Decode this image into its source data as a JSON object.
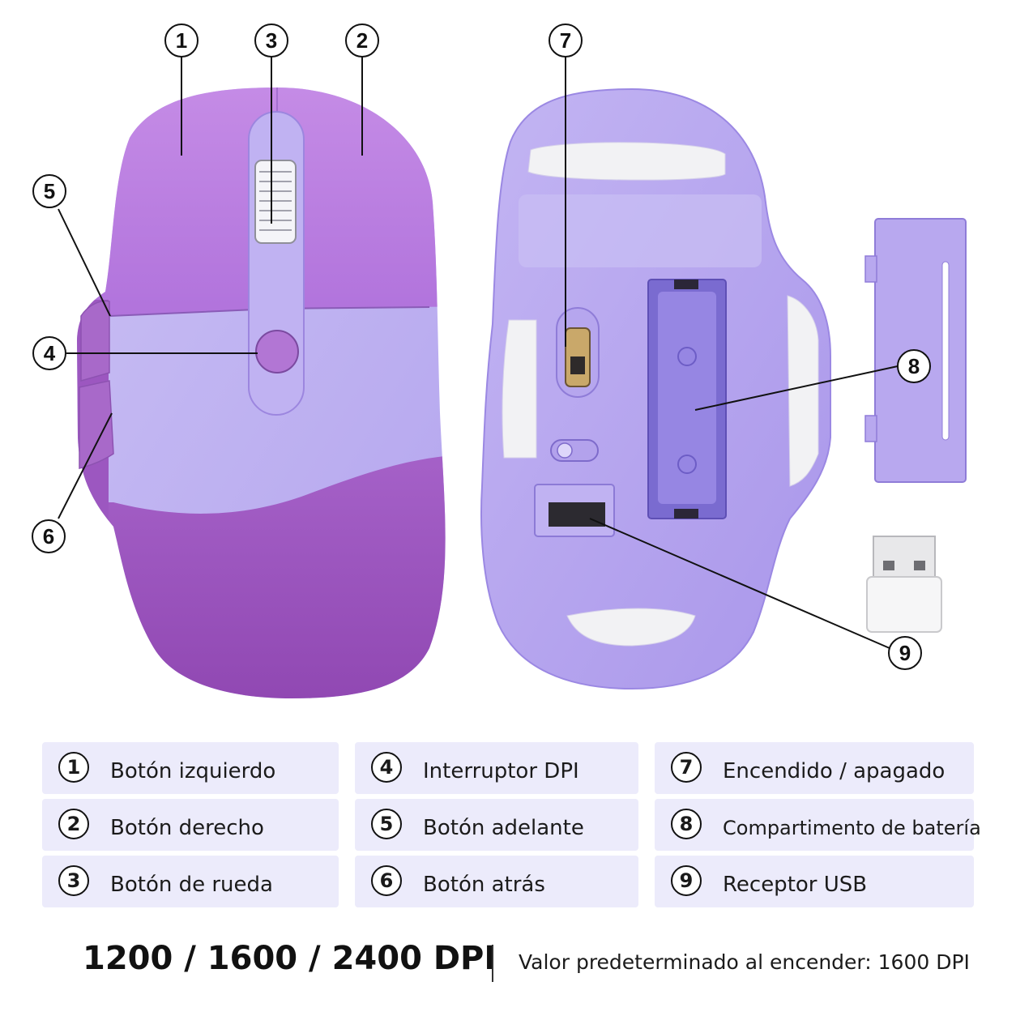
{
  "callouts": [
    "1",
    "2",
    "3",
    "4",
    "5",
    "6",
    "7",
    "8",
    "9"
  ],
  "legend": [
    {
      "num": "1",
      "label": "Botón izquierdo"
    },
    {
      "num": "2",
      "label": "Botón derecho"
    },
    {
      "num": "3",
      "label": "Botón de rueda"
    },
    {
      "num": "4",
      "label": "Interruptor DPI"
    },
    {
      "num": "5",
      "label": "Botón adelante"
    },
    {
      "num": "6",
      "label": "Botón atrás"
    },
    {
      "num": "7",
      "label": "Encendido / apagado"
    },
    {
      "num": "8",
      "label": "Compartimento de batería"
    },
    {
      "num": "9",
      "label": "Receptor USB"
    }
  ],
  "footer": {
    "dpi": "1200 / 1600 / 2400 DPI",
    "default": "Valor predeterminado al encender: 1600 DPI"
  },
  "colors": {
    "mouse_top": "#b47ee0",
    "mouse_mid": "#bfb1ef",
    "mouse_palm": "#9a51bd",
    "mouse_bottom": "#b6a5ee",
    "legend_bg": "#ecebfb"
  }
}
